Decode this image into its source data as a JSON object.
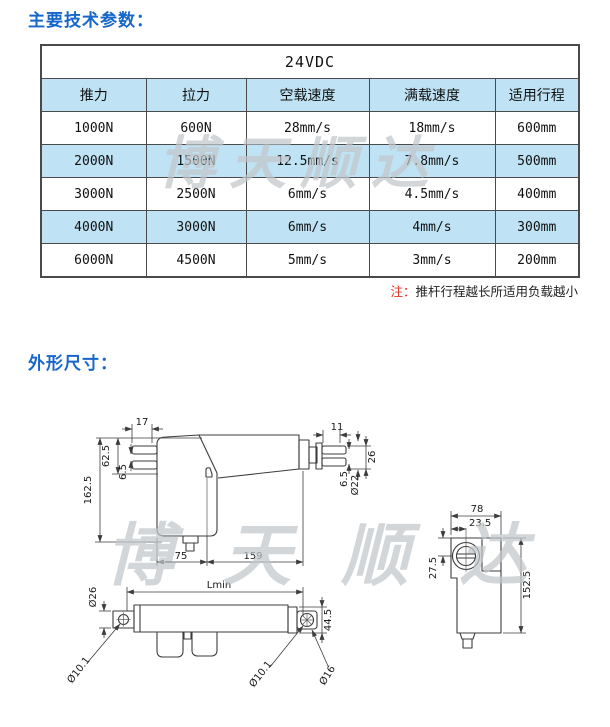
{
  "page": {
    "title_params": "主要技术参数：",
    "title_dims": "外形尺寸：",
    "watermark_text": "博天顺达"
  },
  "colors": {
    "title_blue": "#1767c9",
    "table_stripe_blue": "#bfe3f4",
    "table_border": "#4a4a4a",
    "note_red": "#e03422",
    "drawing_line": "#3c3c3c",
    "watermark_gray": "#c3c7ca"
  },
  "note": {
    "prefix": "注：",
    "text": "推杆行程越长所适用负载越小"
  },
  "table": {
    "voltage": "24VDC",
    "columns": [
      "推力",
      "拉力",
      "空载速度",
      "满载速度",
      "适用行程"
    ],
    "rows": [
      [
        "1000N",
        "600N",
        "28mm/s",
        "18mm/s",
        "600mm"
      ],
      [
        "2000N",
        "1500N",
        "12.5mm/s",
        "7.8mm/s",
        "500mm"
      ],
      [
        "3000N",
        "2500N",
        "6mm/s",
        "4.5mm/s",
        "400mm"
      ],
      [
        "4000N",
        "3000N",
        "6mm/s",
        "4mm/s",
        "300mm"
      ],
      [
        "6000N",
        "4500N",
        "5mm/s",
        "3mm/s",
        "200mm"
      ]
    ]
  },
  "drawings": {
    "front_view": {
      "dim_fork_width": "17",
      "dim_fork_offset": "62.5",
      "dim_fork_slot": "6.5",
      "dim_total_height": "162.5",
      "dim_rod_fork_width": "11",
      "dim_rod_fork_height": "26",
      "dim_rod_slot": "6.5",
      "dim_tube_dia": "Ø22",
      "dim_body_length": "75",
      "dim_tube_length": "159"
    },
    "side_view": {
      "dim_width": "78",
      "dim_hole_offset": "23.5",
      "dim_top_offset": "27.5",
      "dim_height": "152.5"
    },
    "top_view": {
      "dim_clevis_dia": "Ø26",
      "dim_stroke": "Lmin",
      "dim_end_height": "44.5",
      "dim_hole_left": "Ø10.1",
      "dim_hole_right": "Ø10.1",
      "dim_rod_dia": "Ø16"
    }
  }
}
